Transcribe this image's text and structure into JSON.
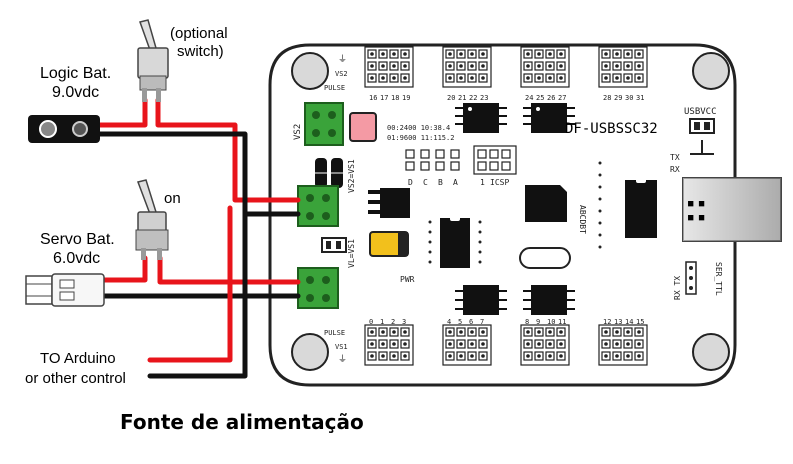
{
  "labels": {
    "optional_switch_line1": "(optional",
    "optional_switch_line2": "switch)",
    "logic_bat_line1": "Logic Bat.",
    "logic_bat_line2": "9.0vdc",
    "on_label": "on",
    "servo_bat_line1": "Servo Bat.",
    "servo_bat_line2": "6.0vdc",
    "to_arduino_line1": "TO Arduino",
    "to_arduino_line2": "or other control"
  },
  "board": {
    "name": "DF-USBSSC32",
    "usbvcc": "USBVCC",
    "tx": "TX",
    "rx": "RX",
    "vs2": "VS2",
    "pulse": "PULSE",
    "vs1": "VS1",
    "vs2_label": "VS2",
    "vs2vs1": "VS2=VS1",
    "vlvs1": "VL=VS1",
    "abcdbt": "ABCDBT",
    "icsp": "ICSP",
    "pwr": "PWR",
    "pin_labels": [
      "D",
      "C",
      "B",
      "A"
    ],
    "pin_one": "1",
    "baud_line1": "00:2400  10:38.4",
    "baud_line2": "01:9600  11:115.2",
    "ser_ttl": "SER_TTL",
    "rx_tx_label": "RX  TX",
    "top_channels": [
      "16",
      "17",
      "18",
      "19",
      "20",
      "21",
      "22",
      "23",
      "24",
      "25",
      "26",
      "27",
      "28",
      "29",
      "30",
      "31"
    ],
    "bottom_channels": [
      "0",
      "1",
      "2",
      "3",
      "4",
      "5",
      "6",
      "7",
      "8",
      "9",
      "10",
      "11",
      "12",
      "13",
      "14",
      "15"
    ]
  },
  "caption": "Fonte de alimentação",
  "colors": {
    "wire_red": "#e8141b",
    "wire_black": "#111111",
    "terminal_green": "#3aa33a",
    "jumper_pink": "#f49aa4",
    "battery_yellow": "#f2c01c",
    "board_outline": "#222222"
  }
}
